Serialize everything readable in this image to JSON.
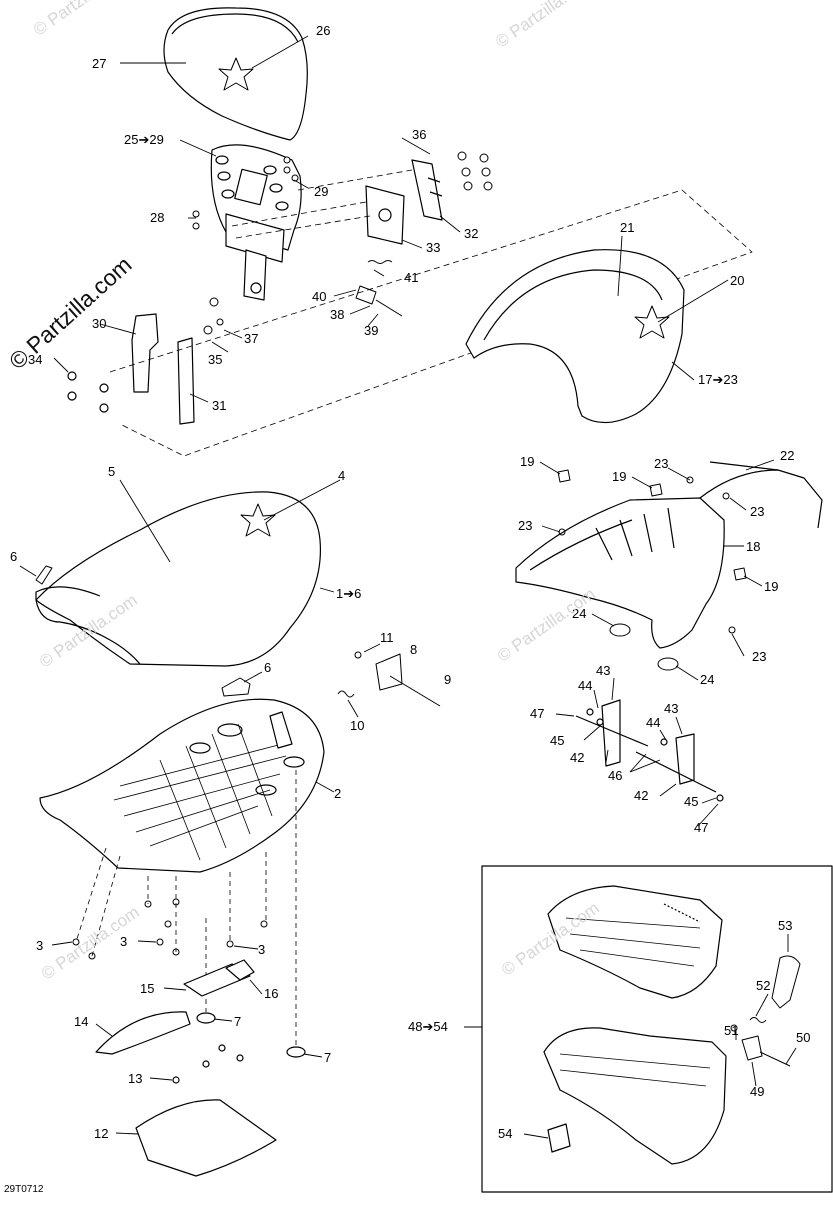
{
  "diagram": {
    "side_watermark": "© Partzilla.com",
    "repeated_watermark": "© Partzilla.com",
    "drawing_code": "29T0712",
    "callouts": {
      "c1": "1➔6",
      "c2": "2",
      "c3a": "3",
      "c3b": "3",
      "c3c": "3",
      "c4": "4",
      "c5": "5",
      "c6a": "6",
      "c6b": "6",
      "c7a": "7",
      "c7b": "7",
      "c8": "8",
      "c9": "9",
      "c10": "10",
      "c11": "11",
      "c12": "12",
      "c13": "13",
      "c14": "14",
      "c15": "15",
      "c16": "16",
      "c17": "17➔23",
      "c18": "18",
      "c19a": "19",
      "c19b": "19",
      "c19c": "19",
      "c20": "20",
      "c21": "21",
      "c22": "22",
      "c23a": "23",
      "c23b": "23",
      "c23c": "23",
      "c23d": "23",
      "c24a": "24",
      "c24b": "24",
      "c25": "25➔29",
      "c26": "26",
      "c27": "27",
      "c28": "28",
      "c29": "29",
      "c30": "30",
      "c31": "31",
      "c32": "32",
      "c33": "33",
      "c34": "34",
      "c35": "35",
      "c36": "36",
      "c37": "37",
      "c38": "38",
      "c39": "39",
      "c40": "40",
      "c41": "41",
      "c42a": "42",
      "c42b": "42",
      "c43a": "43",
      "c43b": "43",
      "c44a": "44",
      "c44b": "44",
      "c45a": "45",
      "c45b": "45",
      "c46": "46",
      "c47a": "47",
      "c47b": "47",
      "c48": "48➔54",
      "c49": "49",
      "c50": "50",
      "c51": "51",
      "c52": "52",
      "c53": "53",
      "c54": "54"
    }
  }
}
